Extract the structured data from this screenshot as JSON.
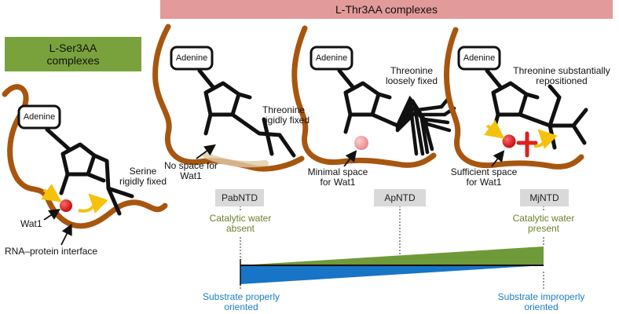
{
  "banners": {
    "ser": "L-Ser3AA\ncomplexes",
    "thr": "L-Thr3AA complexes"
  },
  "adenine_label": "Adenine",
  "panels": {
    "ser": {
      "residue_note": "Serine\nrigidly fixed",
      "water_label": "Wat1",
      "interface_label": "RNA–protein interface"
    },
    "pab": {
      "residue_note": "Threonine\nrigidly fixed",
      "space_note": "No space for\nWat1"
    },
    "ap": {
      "residue_note": "Threonine\nloosely fixed",
      "space_note": "Minimal space\nfor Wat1"
    },
    "mj": {
      "residue_note": "Threonine substantially\nrepositioned",
      "space_note": "Sufficient space\nfor Wat1"
    }
  },
  "scale": {
    "boxes": [
      "PabNTD",
      "ApNTD",
      "MjNTD"
    ],
    "water_absent": "Catalytic water\nabsent",
    "water_present": "Catalytic water\npresent",
    "substrate_proper": "Substrate properly\noriented",
    "substrate_improper": "Substrate improperly\noriented"
  },
  "colors": {
    "banner_ser": "#7aa23c",
    "banner_thr": "#e39a9a",
    "rna_backbone": "#a7560f",
    "water_sphere": "#d81e1e",
    "water_sphere_faint": "#f2a3a3",
    "arrow_yellow": "#f4c20d",
    "clash_cross": "#e0201b",
    "wedge_green": "#6f9a3a",
    "wedge_blue": "#1874c6",
    "box_gray": "#d9d9d9"
  }
}
